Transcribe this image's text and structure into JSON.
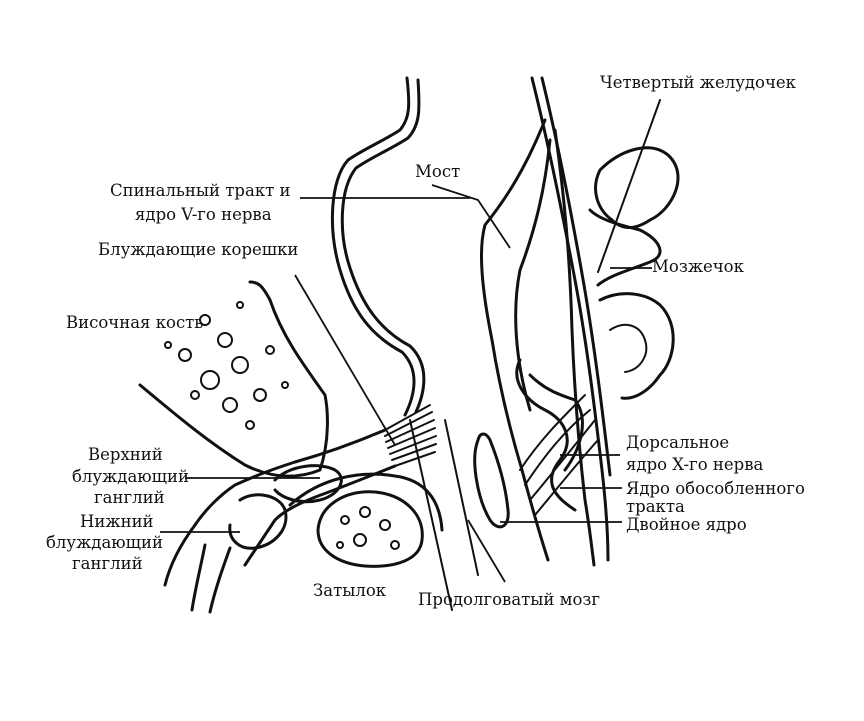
{
  "labels": {
    "fourth_ventricle": "Четвертый желудочек",
    "pons": "Мост",
    "spinal_tract_1": "Спинальный тракт и",
    "spinal_tract_2": "ядро V-го нерва",
    "vagal_rootlets": "Блуждающие корешки",
    "cerebellum": "Мозжечок",
    "temporal_bone": "Височная кость",
    "superior_ganglion_1": "Верхний",
    "superior_ganglion_2": "блуждающий",
    "superior_ganglion_3": "ганглий",
    "dorsal_nucleus_1": "Дорсальное",
    "dorsal_nucleus_2": "ядро X-го нерва",
    "solitary_tract_1": "Ядро обособленного",
    "solitary_tract_2": "тракта",
    "inferior_ganglion_1": "Нижний",
    "inferior_ganglion_2": "блуждающий",
    "inferior_ganglion_3": "ганглий",
    "nucleus_ambiguus": "Двойное ядро",
    "occiput": "Затылок",
    "medulla": "Продолговатый мозг"
  },
  "colors": {
    "ink": "#111111",
    "paper": "#ffffff"
  }
}
